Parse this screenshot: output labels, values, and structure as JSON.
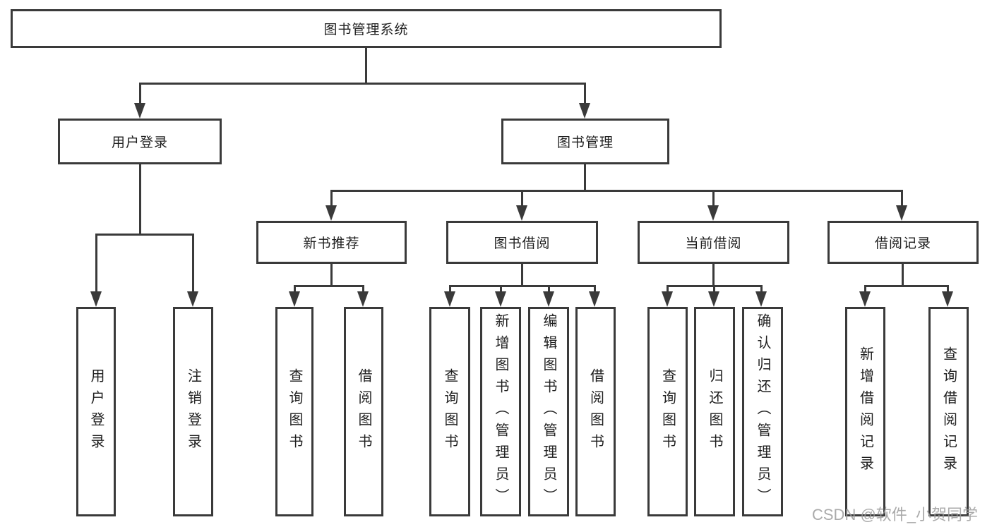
{
  "diagram": {
    "type": "tree",
    "root": {
      "label": "图书管理系统"
    },
    "level2": [
      {
        "label": "用户登录"
      },
      {
        "label": "图书管理"
      }
    ],
    "level3": [
      {
        "label": "新书推荐",
        "parent": "图书管理"
      },
      {
        "label": "图书借阅",
        "parent": "图书管理"
      },
      {
        "label": "当前借阅",
        "parent": "图书管理"
      },
      {
        "label": "借阅记录",
        "parent": "图书管理"
      }
    ],
    "leaves": [
      {
        "label": "用户登录",
        "parent": "用户登录"
      },
      {
        "label": "注销登录",
        "parent": "用户登录"
      },
      {
        "label": "查询图书",
        "parent": "新书推荐"
      },
      {
        "label": "借阅图书",
        "parent": "新书推荐"
      },
      {
        "label": "查询图书",
        "parent": "图书借阅"
      },
      {
        "label": "新增图书（管理员）",
        "parent": "图书借阅"
      },
      {
        "label": "编辑图书（管理员）",
        "parent": "图书借阅"
      },
      {
        "label": "借阅图书",
        "parent": "图书借阅"
      },
      {
        "label": "查询图书",
        "parent": "当前借阅"
      },
      {
        "label": "归还图书",
        "parent": "当前借阅"
      },
      {
        "label": "确认归还（管理员）",
        "parent": "当前借阅"
      },
      {
        "label": "新增借阅记录",
        "parent": "借阅记录"
      },
      {
        "label": "查询借阅记录",
        "parent": "借阅记录"
      }
    ],
    "colors": {
      "line": "#3a3a3a",
      "text": "#1f1f1f",
      "background": "#ffffff"
    }
  },
  "watermark": {
    "text": "CSDN @软件_小贺同学"
  }
}
